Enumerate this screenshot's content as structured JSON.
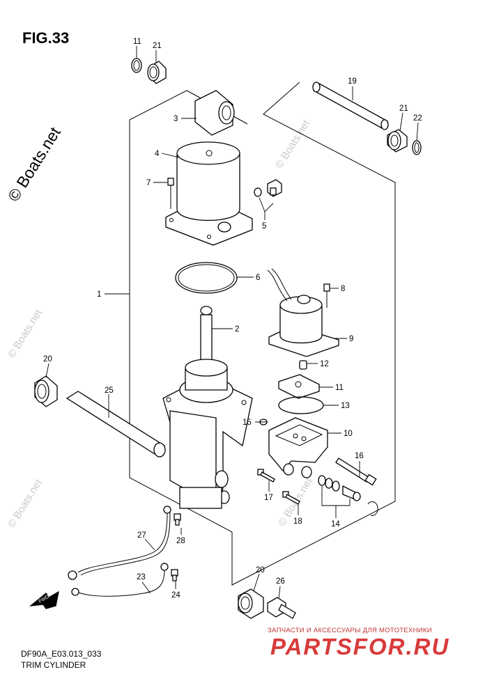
{
  "figure": {
    "title": "FIG.33",
    "code": "DF90A_E03.013_033",
    "name": "TRIM CYLINDER"
  },
  "watermarks": {
    "side": "© Boats.net",
    "light": "© Boats.net"
  },
  "brand": {
    "tagline": "ЗАПЧАСТИ И АКСЕССУАРЫ ДЛЯ МОТОТЕХНИКИ",
    "name": "PARTSFOR.RU"
  },
  "direction_marker": "FWD",
  "callouts": {
    "c1": "1",
    "c2": "2",
    "c3": "3",
    "c4": "4",
    "c5": "5",
    "c6": "6",
    "c7": "7",
    "c8": "8",
    "c9": "9",
    "c10": "10",
    "c11a": "11",
    "c11b": "11",
    "c12": "12",
    "c13": "13",
    "c14": "14",
    "c15": "15",
    "c16": "16",
    "c17": "17",
    "c18": "18",
    "c19": "19",
    "c20a": "20",
    "c20b": "20",
    "c21a": "21",
    "c21b": "21",
    "c22": "22",
    "c23": "23",
    "c24": "24",
    "c25": "25",
    "c26": "26",
    "c27": "27",
    "c28": "28"
  }
}
